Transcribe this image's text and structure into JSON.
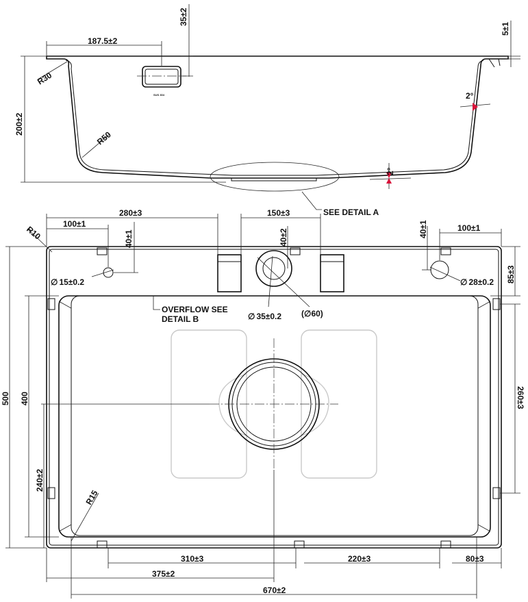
{
  "side_view": {
    "width_from_edge": "187.5±2",
    "drain_depth": "35±2",
    "rim_thickness": "5±1",
    "total_depth": "200±2",
    "corner_top_radius": "R30",
    "corner_bottom_radius": "R50",
    "wall_angle": "2°",
    "bottom_angle": "2°",
    "material_label": "SUS 304",
    "detail_callout": "SEE  DETAIL   A"
  },
  "plan_view": {
    "faucet_offset": "280±3",
    "left_hole_offset": "100±1",
    "right_hole_offset": "100±1",
    "deck_spacing": "150±3",
    "left_hole_depth": "40±1",
    "center_hole_depth": "40±2",
    "right_hole_depth": "40±1",
    "corner_radius": "R10",
    "left_hole_diameter": "15±0.2",
    "right_hole_diameter": "28±0.2",
    "center_hole_diameter": "35±0.2",
    "center_boss_diameter": "(∅60)",
    "right_hole_from_top": "85±3",
    "overflow_note_line1": "OVERFLOW  SEE",
    "overflow_note_line2": "DETAIL   B",
    "overall_depth": "500",
    "bowl_depth": "400",
    "drain_from_front": "240±2",
    "bowl_radius": "R15",
    "bracket_spacing_right": "260±3",
    "bracket_spacing_bottom_left": "310±3",
    "bracket_spacing_bottom_right": "220±3",
    "bracket_from_right": "80±3",
    "drain_from_left": "375±2",
    "bowl_width": "670±2",
    "diameter_symbol": "∅"
  }
}
